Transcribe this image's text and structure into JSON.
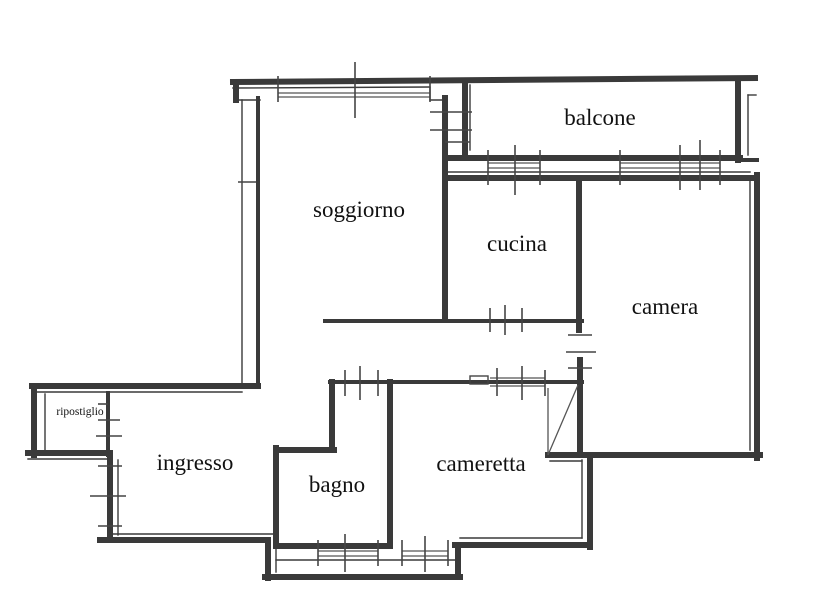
{
  "rooms": {
    "balcone": "balcone",
    "soggiorno": "soggiorno",
    "cucina": "cucina",
    "camera": "camera",
    "ripostiglio": "ripostiglio",
    "ingresso": "ingresso",
    "bagno": "bagno",
    "cameretta": "cameretta"
  },
  "colors": {
    "wall": "#3a3a3a",
    "background": "#ffffff",
    "text": "#111111"
  }
}
